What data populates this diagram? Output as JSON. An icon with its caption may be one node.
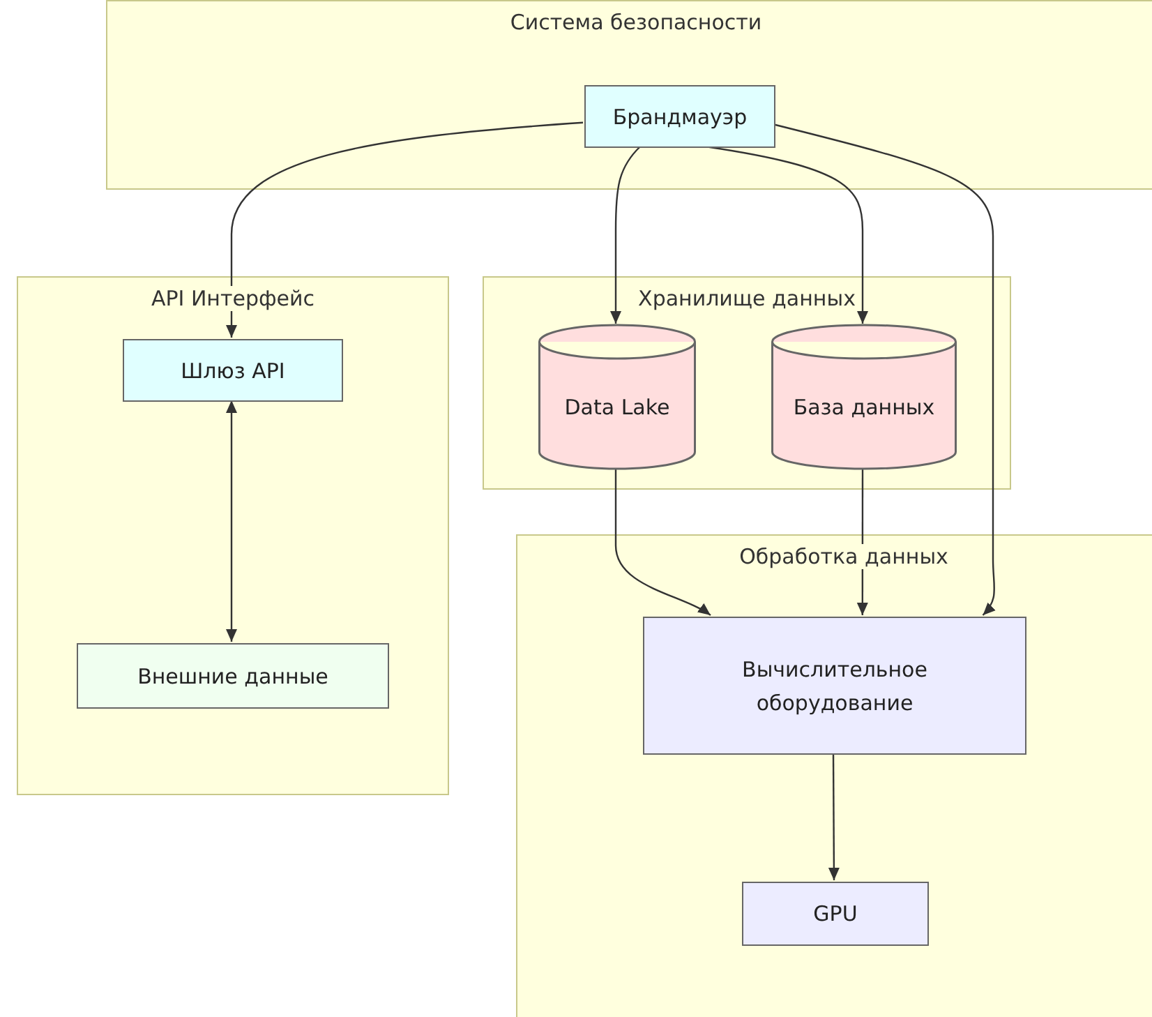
{
  "diagram": {
    "nodes": [
      {
        "text": [
          "Система безопасности"
        ]
      },
      {
        "text": [
          "Брандмауэр"
        ],
        "in": 0
      },
      {
        "text": [
          "API Интерфейс"
        ]
      },
      {
        "text": [
          "Шлюз API"
        ],
        "in": 2
      },
      {
        "text": [
          "Внешние данные"
        ],
        "in": 2
      },
      {
        "text": [
          "Хранилище данных"
        ]
      },
      {
        "text": [
          "Data Lake"
        ],
        "in": 5
      },
      {
        "text": [
          "База данных"
        ],
        "in": 5
      },
      {
        "text": [
          "Обработка данных"
        ]
      },
      {
        "text": [
          "Вычислительное оборудование"
        ],
        "in": 8
      },
      {
        "text": [
          "GPU"
        ],
        "in": 8
      }
    ],
    "edges": [
      {
        "from": 1,
        "to": 3,
        "arrow": "to"
      },
      {
        "from": 1,
        "to": 6,
        "arrow": "to"
      },
      {
        "from": 1,
        "to": 7,
        "arrow": "to"
      },
      {
        "from": 1,
        "to": 9,
        "arrow": "to"
      },
      {
        "from": 3,
        "to": 4,
        "arrow": "both"
      },
      {
        "from": 6,
        "to": 9,
        "arrow": "to"
      },
      {
        "from": 7,
        "to": 9,
        "arrow": "to"
      },
      {
        "from": 9,
        "to": 10,
        "arrow": "to"
      }
    ]
  }
}
